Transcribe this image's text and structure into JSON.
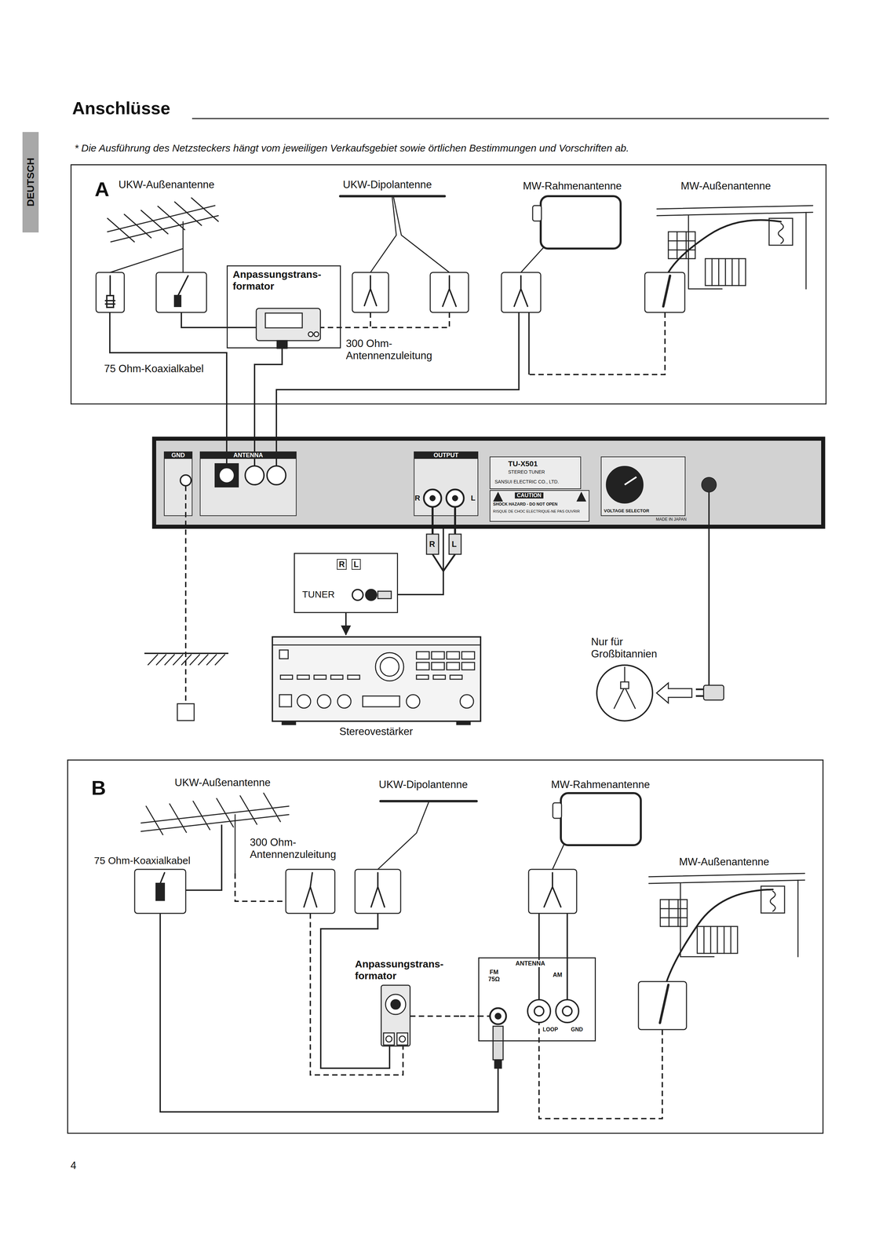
{
  "diagram": {
    "title": "Anschlüsse",
    "nodes": [
      {
        "text": [
          "A"
        ]
      },
      {
        "text": [
          "Anpassungstrans- formator"
        ],
        "in": 0
      },
      {
        "text": [
          "GND",
          "ANTENNA",
          "OUTPUT",
          "R",
          "L",
          "TU-X501",
          "STEREO TUNER",
          "SANSUI ELECTRIC CO., LTD.",
          "CAUTION",
          "SHOCK HAZARD - DO NOT OPEN",
          "RISQUE DE CHOC ELECTRIQUE-NE PAS OUVRIR",
          "VOLTAGE SELECTOR",
          "MADE IN JAPAN"
        ]
      },
      {
        "text": [
          "R",
          "L",
          "TUNER"
        ]
      },
      {
        "text": [
          "Stereovestärker"
        ]
      },
      {
        "text": [
          "B"
        ]
      },
      {
        "text": [
          "Anpassungstrans- formator"
        ],
        "in": 5
      },
      {
        "text": [
          "ANTENNA",
          "FM 75Ω",
          "AM",
          "LOOP",
          "GND"
        ],
        "in": 5
      }
    ],
    "edges": [
      {
        "from": 1,
        "to": 2,
        "arrow": "none"
      },
      {
        "from": 2,
        "to": 3,
        "arrow": "none"
      },
      {
        "from": 3,
        "to": 4,
        "arrow": "to"
      },
      {
        "from": 6,
        "to": 7,
        "arrow": "none"
      }
    ],
    "labels": [
      "DEUTSCH",
      "* Die Ausführung des Netzsteckers hängt vom jeweiligen Verkaufsgebiet sowie örtlichen Bestimmungen und Vorschriften ab.",
      "UKW-Außenantenne",
      "UKW-Dipolantenne",
      "MW-Rahmenantenne",
      "MW-Außenantenne",
      "300 Ohm- Antennenzuleitung",
      "75 Ohm-Koaxialkabel",
      "R",
      "L",
      "Nur für Großbitannien",
      "UKW-Außenantenne",
      "UKW-Dipolantenne",
      "MW-Rahmenantenne",
      "300 Ohm- Antennenzuleitung",
      "75 Ohm-Koaxialkabel",
      "MW-Außenantenne",
      "4"
    ]
  }
}
